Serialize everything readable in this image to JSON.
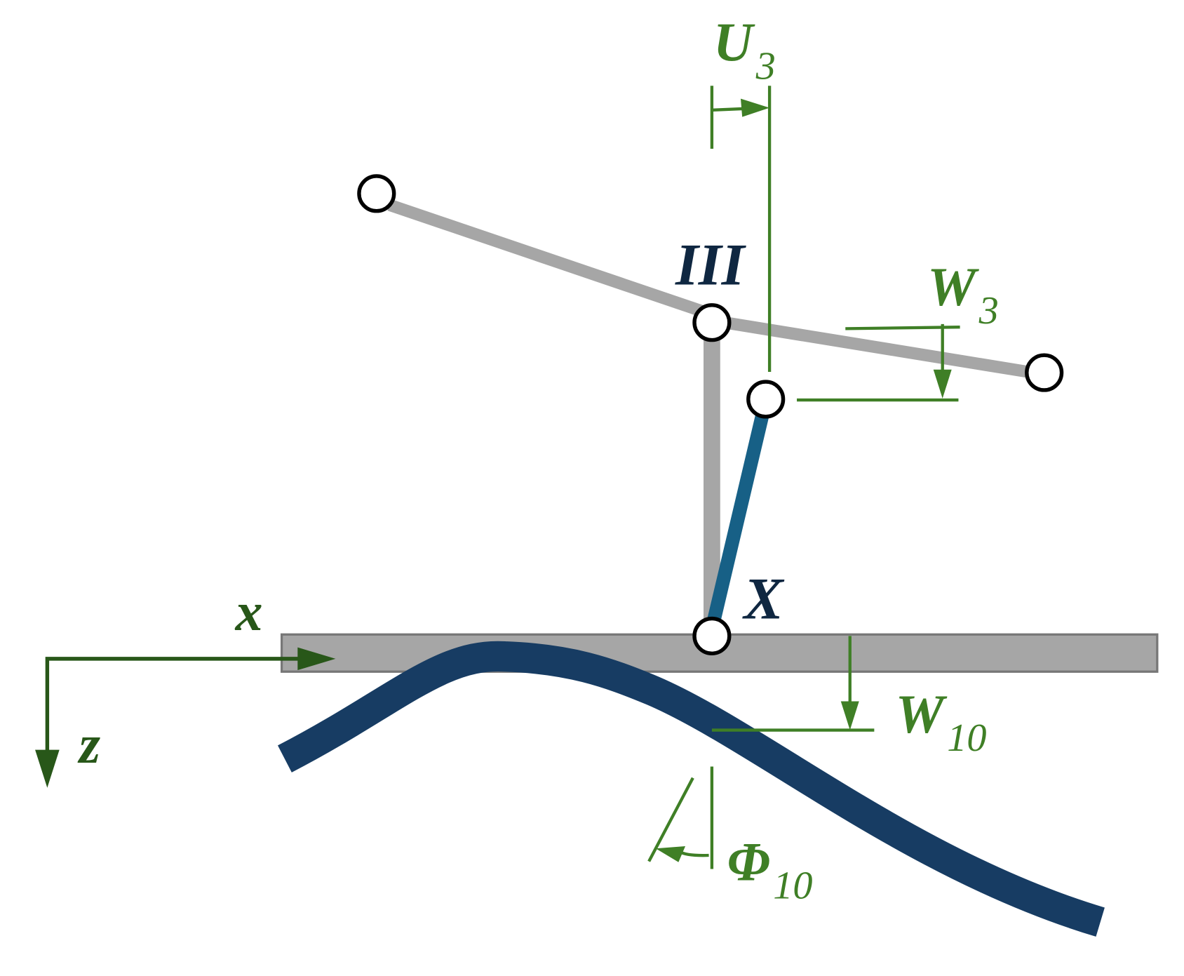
{
  "colors": {
    "member": "#a6a6a6",
    "beam": "#a6a6a6",
    "beam_border": "#777777",
    "link": "#176086",
    "curve": "#173c63",
    "dimension": "#3f7f26",
    "axis": "#285719",
    "node_label": "#0f2741"
  },
  "labels": {
    "u3": {
      "main": "U",
      "sub": "3"
    },
    "w3": {
      "main": "W",
      "sub": "3"
    },
    "w10": {
      "main": "W",
      "sub": "10"
    },
    "phi10": {
      "main": "Φ",
      "sub": "10"
    },
    "node_iii": "III",
    "node_x": "X",
    "axis_x": "x",
    "axis_z": "z"
  }
}
